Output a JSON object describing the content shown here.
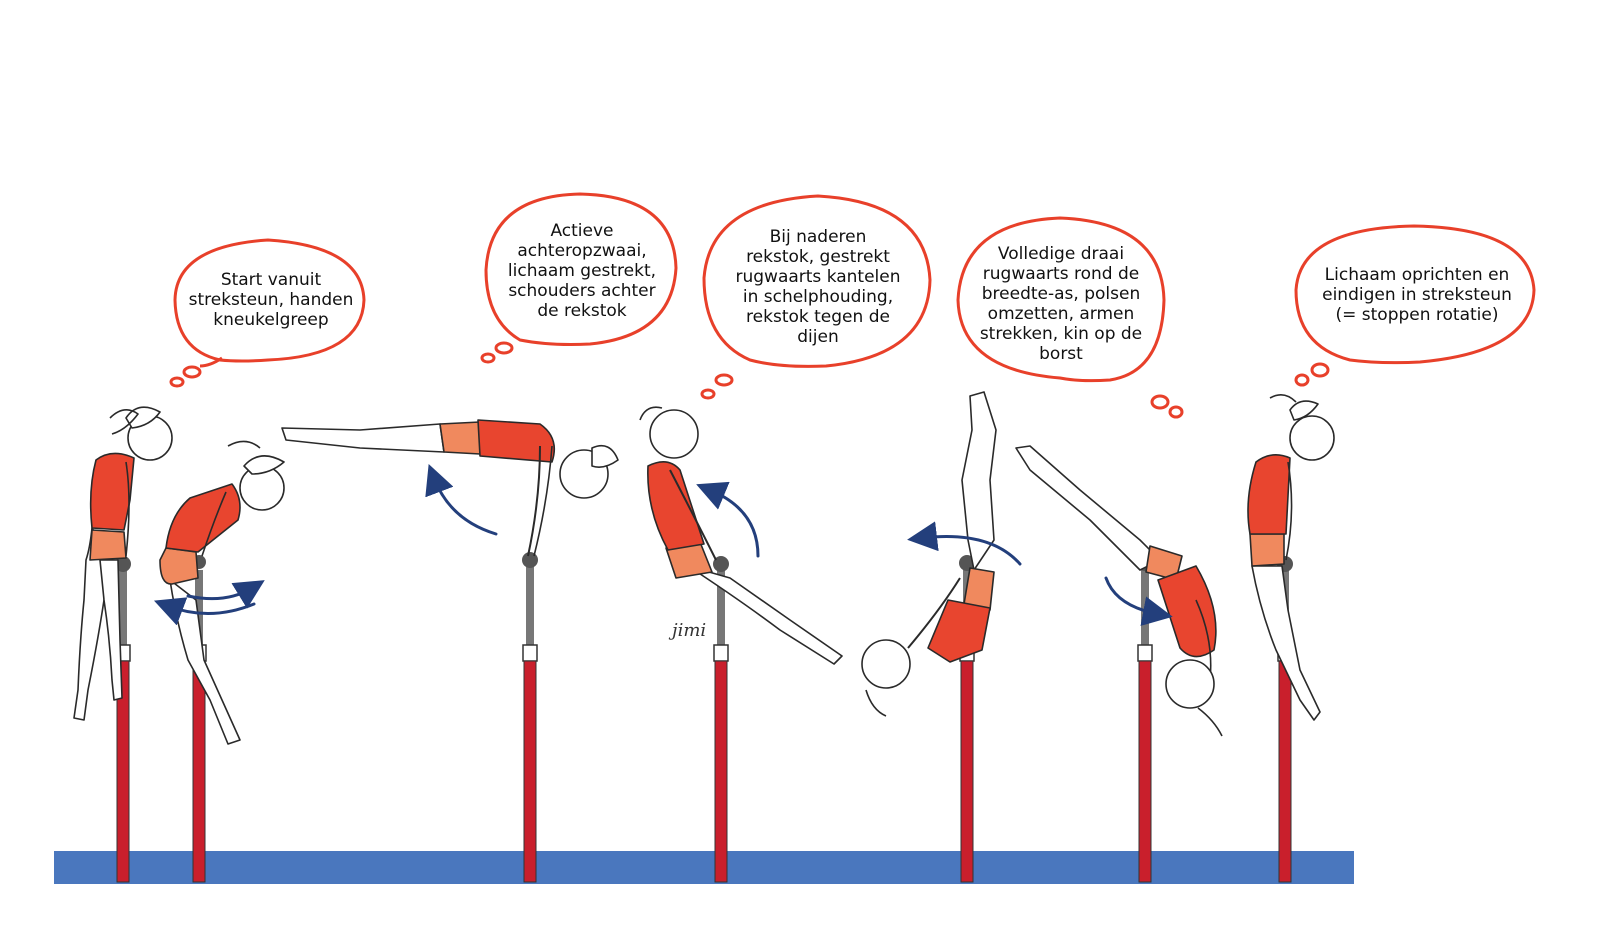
{
  "colors": {
    "bubble_outline": "#e8402a",
    "arrow": "#233f7c",
    "mat": "#4a77be",
    "bar_red": "#c91f2c",
    "leotard_red": "#e8452f",
    "leotard_orange": "#f0895e",
    "outline": "#2a2a2a"
  },
  "bubbles": [
    {
      "text": "Start vanuit\nstreksteun, handen\nkneukelgreep"
    },
    {
      "text": "Actieve\nachteropzwaai,\nlichaam gestrekt,\nschouders achter\nde rekstok"
    },
    {
      "text": "Bij naderen\nrekstok, gestrekt\nrugwaarts kantelen\nin schelphouding,\nrekstok tegen de\ndijen"
    },
    {
      "text": "Volledige draai\nrugwaarts rond de\nbreedte-as, polsen\nomzetten, armen\nstrekken, kin op de\nborst"
    },
    {
      "text": "Lichaam oprichten en\neindigen in streksteun\n(= stoppen rotatie)"
    }
  ],
  "signature": "jimi"
}
